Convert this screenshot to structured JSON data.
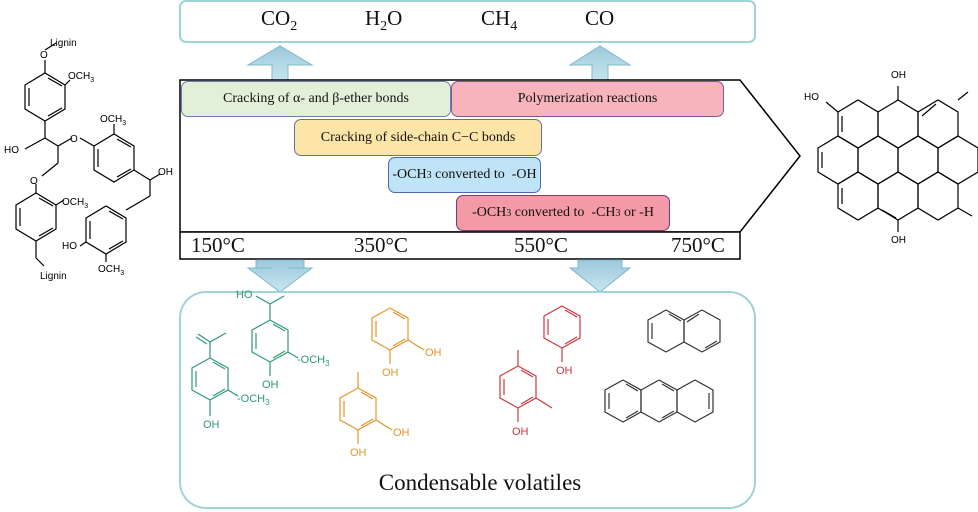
{
  "gases": [
    "CO",
    "2",
    "H",
    "2",
    "O",
    "CH",
    "4",
    "CO"
  ],
  "steps": {
    "s1": "Cracking of α- and β-ether bonds",
    "s2": "Polymerization reactions",
    "s3": "Cracking of side-chain C−C bonds",
    "s4a": "-OCH",
    "s4b": "3",
    "s4c": " converted to  -OH",
    "s5a": "-OCH",
    "s5b": "3",
    "s5c": " converted to  -CH",
    "s5d": "3",
    "s5e": " or -H"
  },
  "temps": [
    "150°C",
    "350°C",
    "550°C",
    "750°C"
  ],
  "volatiles_label": "Condensable volatiles",
  "lignin": {
    "lignin1": "Lignin",
    "lignin2": "Lignin",
    "o1": "O",
    "och3_1": "OCH",
    "sub3": "3",
    "ho1": "HO",
    "o2": "O",
    "och3_2": "OCH",
    "oh1": "OH",
    "o3": "O",
    "och3_3": "OCH",
    "ho2": "HO",
    "och3_4": "OCH"
  },
  "char": {
    "oh_top": "OH",
    "ho_left": "HO",
    "oh_bottom": "OH"
  },
  "products": {
    "p1_oh": "OH",
    "p1_och3": "-OCH",
    "p2_ho": "HO",
    "p2_oh": "OH",
    "p2_och3": "-OCH",
    "p3_oh1": "OH",
    "p3_oh2": "OH",
    "p4_oh1": "OH",
    "p4_oh2": "OH",
    "p5_oh": "OH",
    "p6_oh": "OH",
    "sub3": "3"
  },
  "colors": {
    "green_chem": "#2e9a6e",
    "orange_chem": "#e2952b",
    "red_chem": "#d2343e",
    "frame_teal": "#9fd3d6",
    "arrow_fill": "#a8d2e0"
  }
}
